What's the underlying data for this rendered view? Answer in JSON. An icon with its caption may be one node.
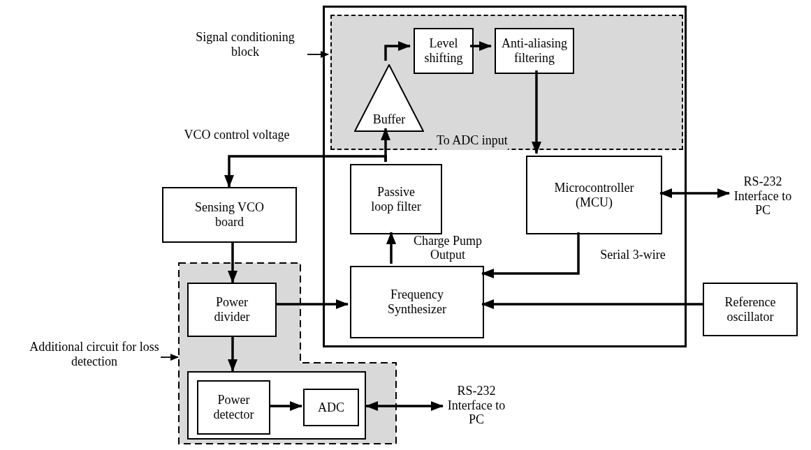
{
  "diagram": {
    "nodes": [
      {
        "text": [],
        "shape": "box"
      },
      {
        "text": [
          "To ADC input"
        ],
        "in": 0
      },
      {
        "text": [
          "Signal conditioning block"
        ]
      },
      {
        "text": [
          "Buffer"
        ],
        "in": 1
      },
      {
        "text": [
          "Level shifting"
        ],
        "in": 1
      },
      {
        "text": [
          "Anti-aliasing filtering"
        ],
        "in": 1
      },
      {
        "text": [
          "Passive loop filter"
        ],
        "in": 0
      },
      {
        "text": [
          "Microcontroller (MCU)"
        ],
        "in": 0
      },
      {
        "text": [
          "RS-232 Interface to PC"
        ]
      },
      {
        "text": [
          "Sensing VCO board"
        ]
      },
      {
        "text": [
          "Frequency Synthesizer"
        ],
        "in": 0
      },
      {
        "text": [
          "Reference oscillator"
        ]
      },
      {
        "text": [],
        "shape": "box"
      },
      {
        "text": [
          "Power divider"
        ],
        "in": 12
      },
      {
        "text": [],
        "shape": "box",
        "in": 12
      },
      {
        "text": [
          "Power detector"
        ],
        "in": 14
      },
      {
        "text": [
          "ADC"
        ],
        "in": 14
      },
      {
        "text": [
          "RS-232 Interface to PC"
        ]
      },
      {
        "text": [
          "Additional circuit for loss detection"
        ]
      }
    ],
    "edges": [
      {
        "from": 2,
        "to": 1,
        "arrow": "to"
      },
      {
        "from": 3,
        "to": 4,
        "arrow": "to"
      },
      {
        "from": 4,
        "to": 5,
        "arrow": "to"
      },
      {
        "from": 5,
        "to": 7,
        "arrow": "to"
      },
      {
        "from": 6,
        "to": 3,
        "arrow": "to"
      },
      {
        "from": 6,
        "to": 9,
        "arrow": "to",
        "label": "VCO control voltage"
      },
      {
        "from": 10,
        "to": 6,
        "arrow": "to",
        "label": "Charge Pump Output"
      },
      {
        "from": 7,
        "to": 10,
        "arrow": "to",
        "label": "Serial 3-wire"
      },
      {
        "from": 7,
        "to": 8,
        "arrow": "both"
      },
      {
        "from": 11,
        "to": 10,
        "arrow": "to"
      },
      {
        "from": 9,
        "to": 13,
        "arrow": "to"
      },
      {
        "from": 13,
        "to": 10,
        "arrow": "to"
      },
      {
        "from": 13,
        "to": 14,
        "arrow": "to"
      },
      {
        "from": 15,
        "to": 16,
        "arrow": "to"
      },
      {
        "from": 14,
        "to": 17,
        "arrow": "both"
      },
      {
        "from": 18,
        "to": 12,
        "arrow": "to"
      }
    ]
  }
}
